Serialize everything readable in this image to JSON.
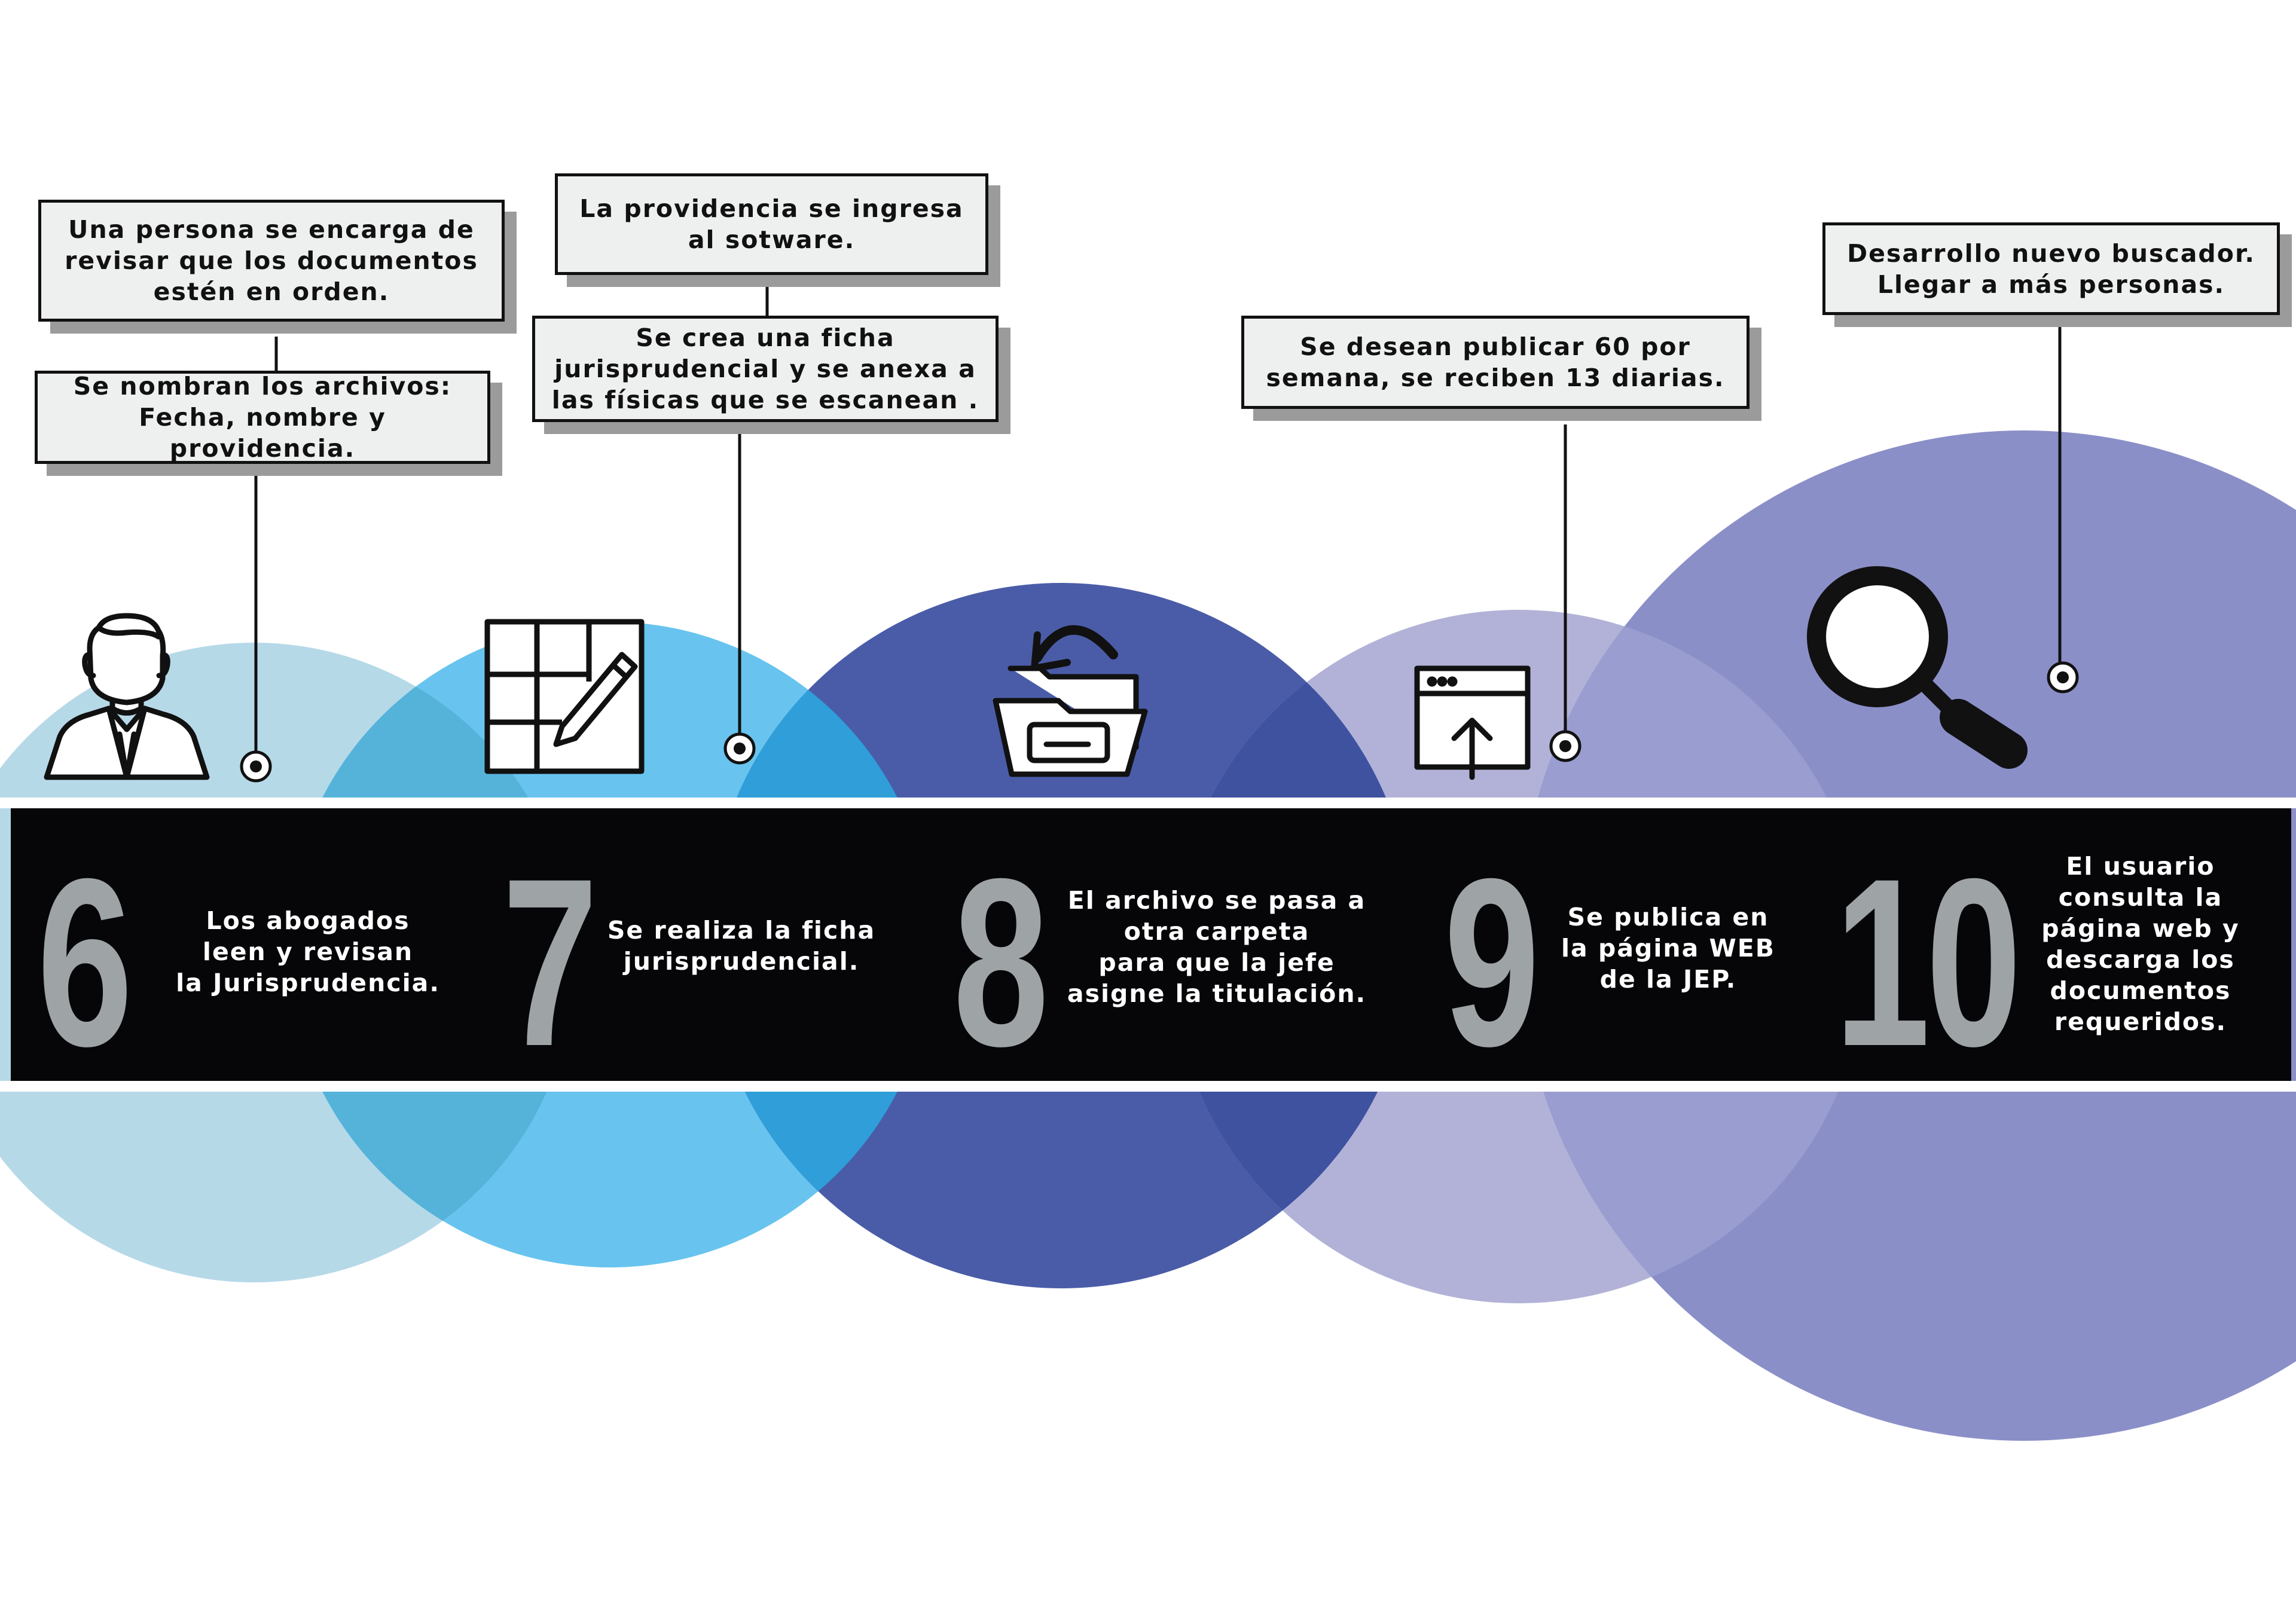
{
  "colors": {
    "circle_1": "#b6d9e8",
    "circle_2": "#68c4ef",
    "circle_3": "#4a5ca8",
    "circle_4": "#b2b2d8",
    "circle_5": "#8b8fc8",
    "band": "#060609",
    "number": "#9ea3a6",
    "callout_bg": "#eef0ef",
    "callout_shadow": "#9b9b9b"
  },
  "callouts": [
    {
      "id": "c1",
      "text": "Una persona se encarga de\nrevisar que los documentos\nestén en orden."
    },
    {
      "id": "c2",
      "text": "Se nombran los archivos:\nFecha, nombre y providencia."
    },
    {
      "id": "c3",
      "text": "La providencia se ingresa\nal sotware."
    },
    {
      "id": "c4",
      "text": "Se crea una ficha\njurisprudencial y se anexa a\nlas físicas que se escanean ."
    },
    {
      "id": "c5",
      "text": "Se desean publicar 60 por\nsemana, se reciben 13 diarias."
    },
    {
      "id": "c6",
      "text": "Desarrollo nuevo buscador.\nLlegar a más personas."
    }
  ],
  "steps": [
    {
      "number": "6",
      "text": "Los abogados\nleen y revisan\nla Jurisprudencia.",
      "icon": "businessman-icon"
    },
    {
      "number": "7",
      "text": "Se realiza la ficha\njurisprudencial.",
      "icon": "form-edit-icon"
    },
    {
      "number": "8",
      "text": "El archivo se pasa a\notra carpeta\npara que la jefe\nasigne la titulación.",
      "icon": "folder-transfer-icon"
    },
    {
      "number": "9",
      "text": "Se publica en\nla página WEB\nde la JEP.",
      "icon": "web-upload-icon"
    },
    {
      "number": "10",
      "text": "El usuario\nconsulta la\npágina web y\ndescarga los\ndocumentos\nrequeridos.",
      "icon": "magnifier-icon"
    }
  ]
}
